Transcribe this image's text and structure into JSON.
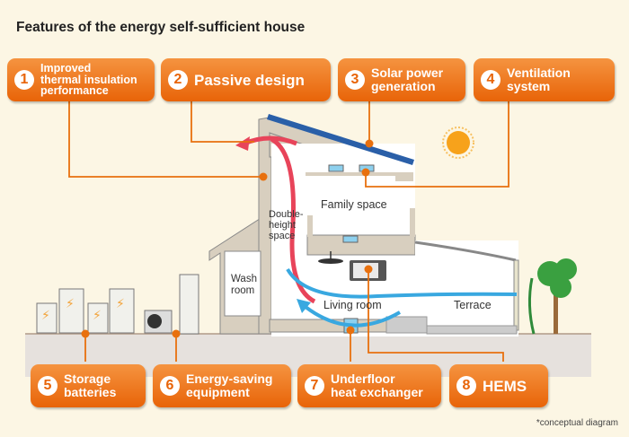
{
  "title": "Features of the energy self-sufficient house",
  "footnote": "*conceptual diagram",
  "colors": {
    "accent": "#e86408",
    "background": "#fcf6e4",
    "warm_air": "#e8445a",
    "cool_air": "#39a8e0",
    "solar_panel": "#2a5fa8"
  },
  "features": [
    {
      "number": "1",
      "label": "Improved\nthermal insulation\nperformance"
    },
    {
      "number": "2",
      "label": "Passive design"
    },
    {
      "number": "3",
      "label": "Solar power\ngeneration"
    },
    {
      "number": "4",
      "label": "Ventilation\nsystem"
    },
    {
      "number": "5",
      "label": "Storage\nbatteries"
    },
    {
      "number": "6",
      "label": "Energy-saving\nequipment"
    },
    {
      "number": "7",
      "label": "Underfloor\nheat exchanger"
    },
    {
      "number": "8",
      "label": "HEMS"
    }
  ],
  "rooms": {
    "family_space": "Family space",
    "double_height": "Double-\nheight\nspace",
    "wash_room": "Wash\nroom",
    "living_room": "Living room",
    "terrace": "Terrace"
  },
  "icons": [
    "sun-icon",
    "solar-panel-icon",
    "battery-icon",
    "heat-pump-icon",
    "water-heater-icon",
    "hems-monitor-icon",
    "ceiling-fan-icon",
    "tree-icon",
    "vine-icon",
    "airflow-arrow-icon"
  ]
}
